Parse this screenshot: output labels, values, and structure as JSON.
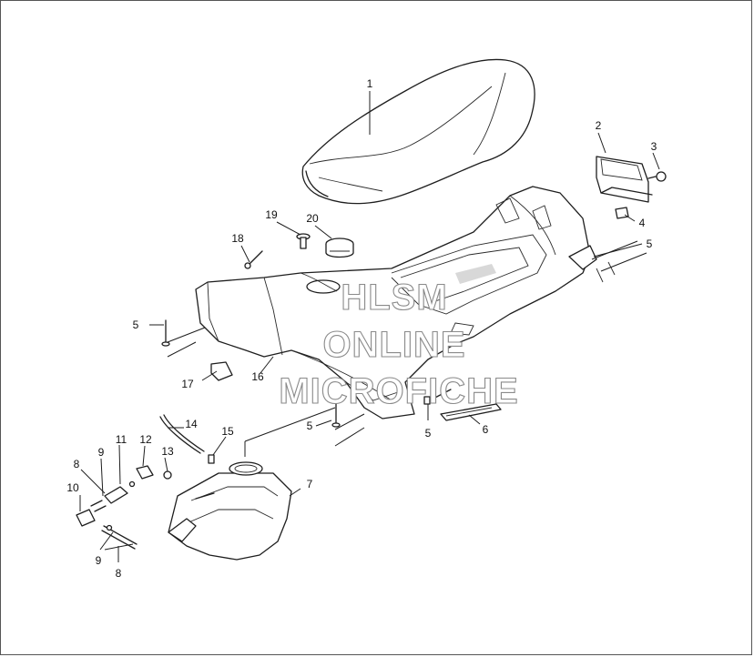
{
  "callouts": [
    {
      "id": "c1",
      "text": "1"
    },
    {
      "id": "c2",
      "text": "2"
    },
    {
      "id": "c3",
      "text": "3"
    },
    {
      "id": "c4",
      "text": "4"
    },
    {
      "id": "c5a",
      "text": "5"
    },
    {
      "id": "c5b",
      "text": "5"
    },
    {
      "id": "c5c",
      "text": "5"
    },
    {
      "id": "c5d",
      "text": "5"
    },
    {
      "id": "c6",
      "text": "6"
    },
    {
      "id": "c7",
      "text": "7"
    },
    {
      "id": "c8a",
      "text": "8"
    },
    {
      "id": "c8b",
      "text": "8"
    },
    {
      "id": "c9a",
      "text": "9"
    },
    {
      "id": "c9b",
      "text": "9"
    },
    {
      "id": "c10",
      "text": "10"
    },
    {
      "id": "c11",
      "text": "11"
    },
    {
      "id": "c12",
      "text": "12"
    },
    {
      "id": "c13",
      "text": "13"
    },
    {
      "id": "c14",
      "text": "14"
    },
    {
      "id": "c15",
      "text": "15"
    },
    {
      "id": "c16",
      "text": "16"
    },
    {
      "id": "c17",
      "text": "17"
    },
    {
      "id": "c18",
      "text": "18"
    },
    {
      "id": "c19",
      "text": "19"
    },
    {
      "id": "c20",
      "text": "20"
    }
  ],
  "watermark": {
    "line1": "HLSM",
    "line2": "ONLINE",
    "line3": "MICROFICHE"
  }
}
